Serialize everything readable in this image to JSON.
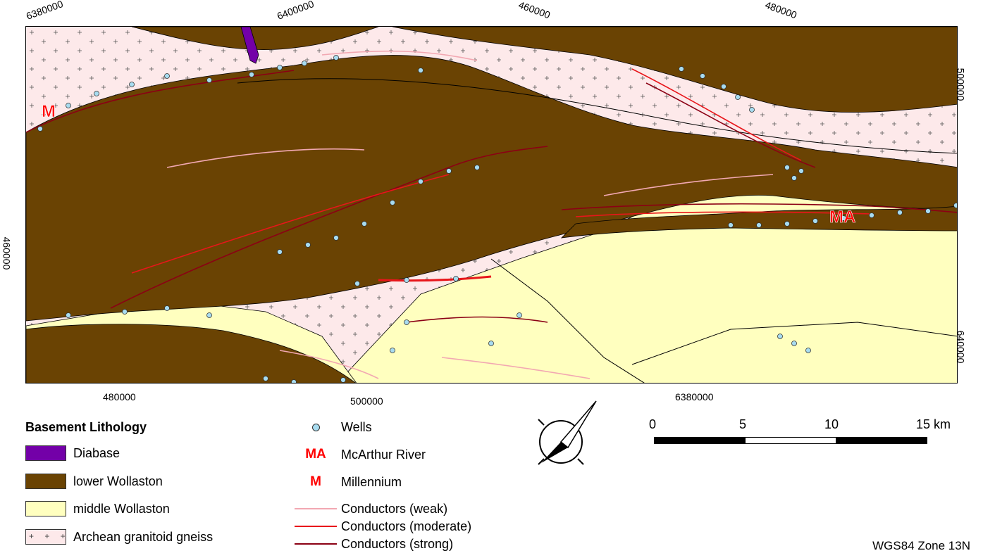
{
  "top_ticks": [
    "6380000",
    "6400000",
    "460000",
    "480000"
  ],
  "bottom_ticks": [
    "480000",
    "500000",
    "6380000",
    "640000"
  ],
  "left_ticks": [
    "460000"
  ],
  "right_ticks": [
    "500000",
    "640000"
  ],
  "map_labels": {
    "millennium": "M",
    "mcarthur": "MA"
  },
  "legend": {
    "title": "Basement Lithology",
    "lithology": [
      {
        "label": "Diabase",
        "color": "#7300a8"
      },
      {
        "label": "lower Wollaston",
        "color": "#6a4303"
      },
      {
        "label": "middle Wollaston",
        "color": "#ffffbf"
      },
      {
        "label": "Archean granitoid gneiss",
        "color": "#fde9ea"
      }
    ],
    "symbols": {
      "wells": "Wells",
      "mcarthur_symbol": "MA",
      "mcarthur": "McArthur River",
      "millennium_symbol": "M",
      "millennium": "Millennium",
      "weak": "Conductors (weak)",
      "moderate": "Conductors (moderate)",
      "strong": "Conductors (strong)"
    },
    "conductor_colors": {
      "weak": "#f2a8b2",
      "moderate": "#e8161b",
      "strong": "#8b0014"
    },
    "well_color": "#a8dcf0"
  },
  "scale": {
    "labels": [
      "0",
      "5",
      "10",
      "15 km"
    ]
  },
  "crs": "WGS84 Zone 13N"
}
